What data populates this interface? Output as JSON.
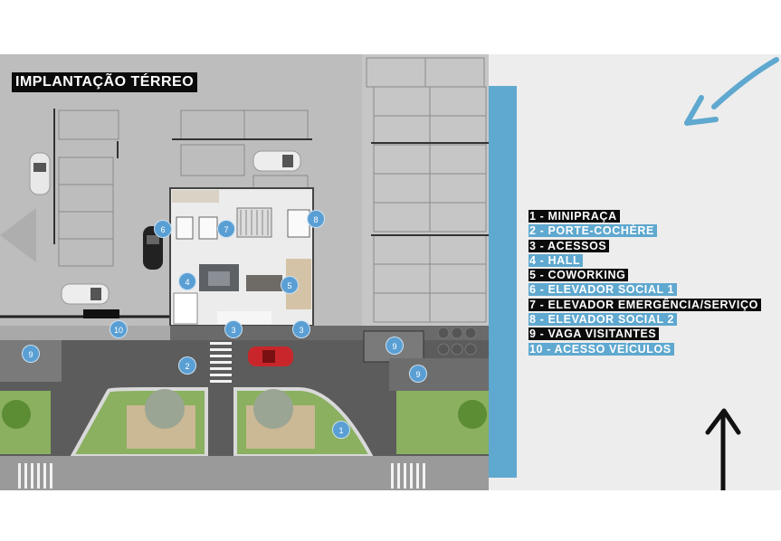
{
  "plan": {
    "title": "IMPLANTAÇÃO TÉRREO",
    "markers": [
      "1",
      "2",
      "3",
      "3",
      "4",
      "5",
      "6",
      "7",
      "8",
      "9",
      "9",
      "9",
      "10"
    ]
  },
  "legend": {
    "items": [
      "1 - MINIPRAÇA",
      "2 - PORTE-COCHÈRE",
      "3 - ACESSOS",
      "4 - HALL",
      "5 - COWORKING",
      "6 - ELEVADOR SOCIAL 1",
      "7 - ELEVADOR EMERGÊNCIA/SERVIÇO",
      "8 - ELEVADOR SOCIAL 2",
      "9 - VAGA VISITANTES",
      "10 - ACESSO VEÍCULOS"
    ]
  },
  "colors": {
    "accent_blue": "#5fa8cf",
    "marker_blue": "#5a9fd4",
    "label_dark": "#0b0b0b"
  }
}
